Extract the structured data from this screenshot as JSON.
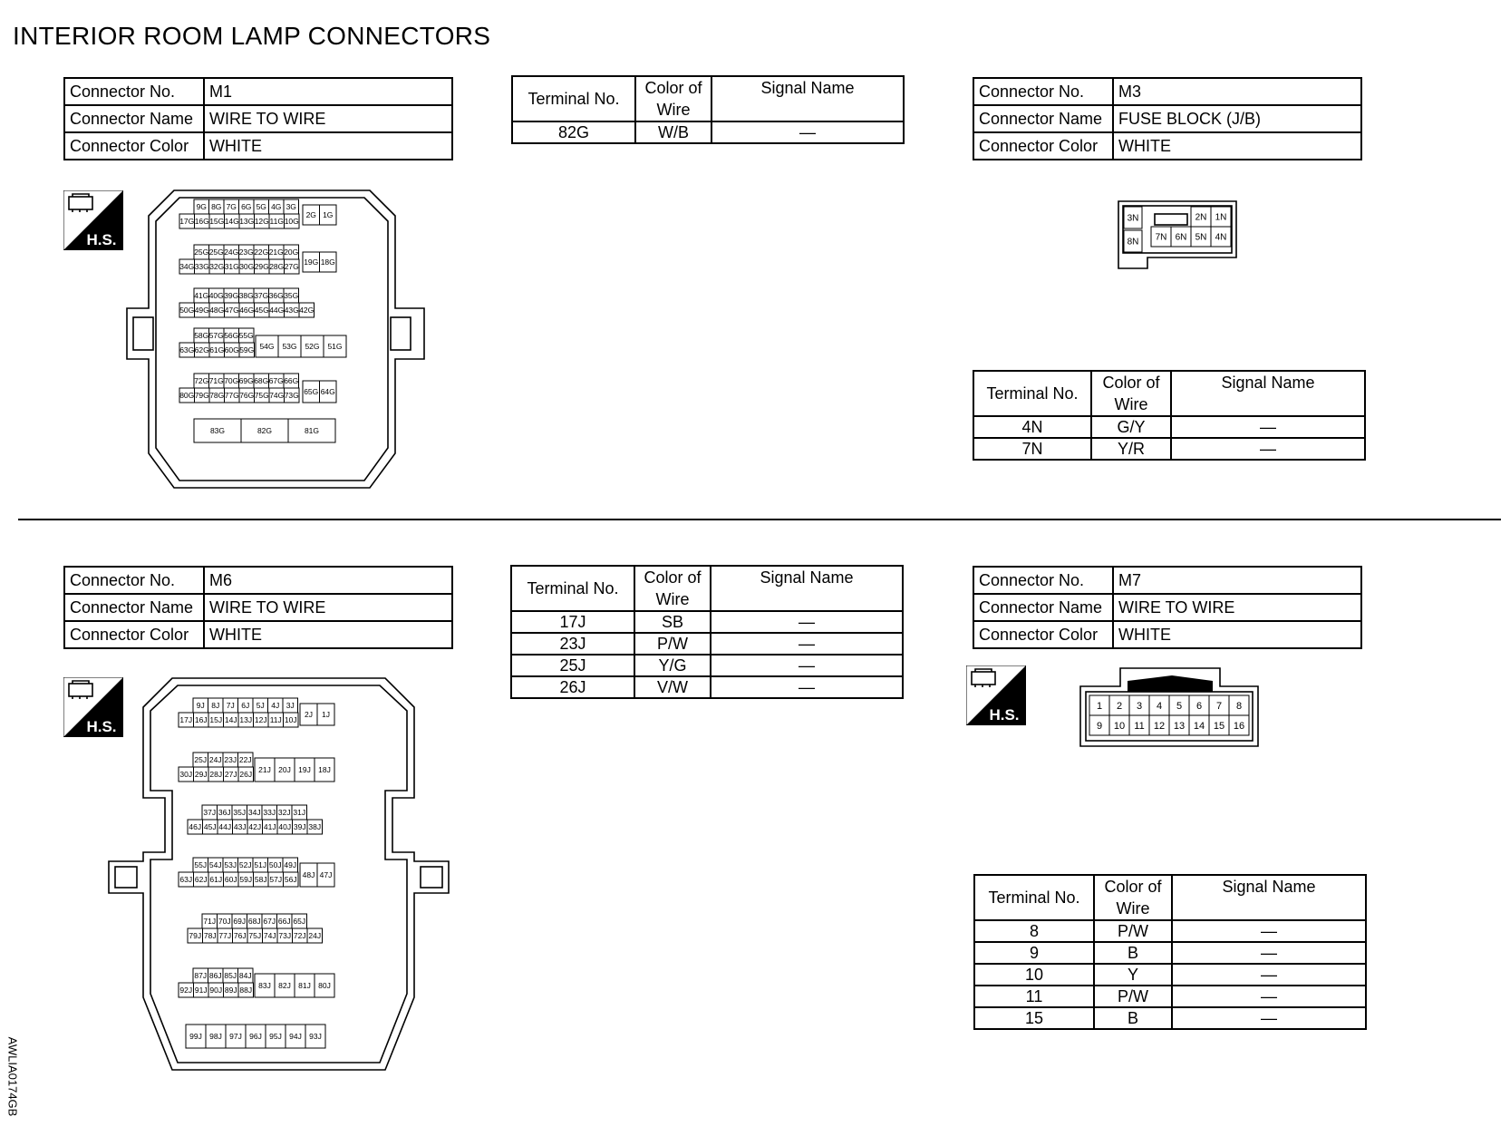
{
  "title": "INTERIOR ROOM LAMP CONNECTORS",
  "labels": {
    "connector_no": "Connector No.",
    "connector_name": "Connector Name",
    "connector_color": "Connector Color",
    "terminal_no": "Terminal No.",
    "color_of_wire_1": "Color of",
    "color_of_wire_2": "Wire",
    "signal_name": "Signal Name",
    "hs": "H.S."
  },
  "m1": {
    "no": "M1",
    "name": "WIRE TO WIRE",
    "color": "WHITE",
    "terminals": [
      {
        "terminal": "82G",
        "wire": "W/B",
        "signal": "—"
      }
    ],
    "pins": {
      "r1a": [
        "9G",
        "8G",
        "7G",
        "6G",
        "5G",
        "4G",
        "3G"
      ],
      "r1b": [
        "17G",
        "16G",
        "15G",
        "14G",
        "13G",
        "12G",
        "11G",
        "10G"
      ],
      "r1x": [
        "2G",
        "1G"
      ],
      "r2a": [
        "25G",
        "25G",
        "24G",
        "23G",
        "22G",
        "21G",
        "20G"
      ],
      "r2b": [
        "34G",
        "33G",
        "32G",
        "31G",
        "30G",
        "29G",
        "28G",
        "27G"
      ],
      "r2x": [
        "19G",
        "18G"
      ],
      "r3a": [
        "41G",
        "40G",
        "39G",
        "38G",
        "37G",
        "36G",
        "35G"
      ],
      "r3b": [
        "50G",
        "49G",
        "48G",
        "47G",
        "46G",
        "45G",
        "44G",
        "43G",
        "42G"
      ],
      "r4a": [
        "58G",
        "57G",
        "56G",
        "55G"
      ],
      "r4b": [
        "63G",
        "62G",
        "61G",
        "60G",
        "59G"
      ],
      "r4x": [
        "54G",
        "53G",
        "52G",
        "51G"
      ],
      "r5a": [
        "72G",
        "71G",
        "70G",
        "69G",
        "68G",
        "67G",
        "66G"
      ],
      "r5b": [
        "80G",
        "79G",
        "78G",
        "77G",
        "76G",
        "75G",
        "74G",
        "73G"
      ],
      "r5x": [
        "65G",
        "64G"
      ],
      "r6": [
        "83G",
        "82G",
        "81G"
      ]
    }
  },
  "m3": {
    "no": "M3",
    "name": "FUSE BLOCK (J/B)",
    "color": "WHITE",
    "terminals": [
      {
        "terminal": "4N",
        "wire": "G/Y",
        "signal": "—"
      },
      {
        "terminal": "7N",
        "wire": "Y/R",
        "signal": "—"
      }
    ],
    "pins": {
      "top_left": "3N",
      "bot_left": "8N",
      "top": [
        "2N",
        "1N"
      ],
      "bot": [
        "7N",
        "6N",
        "5N",
        "4N"
      ]
    }
  },
  "m6": {
    "no": "M6",
    "name": "WIRE TO WIRE",
    "color": "WHITE",
    "terminals": [
      {
        "terminal": "17J",
        "wire": "SB",
        "signal": "—"
      },
      {
        "terminal": "23J",
        "wire": "P/W",
        "signal": "—"
      },
      {
        "terminal": "25J",
        "wire": "Y/G",
        "signal": "—"
      },
      {
        "terminal": "26J",
        "wire": "V/W",
        "signal": "—"
      }
    ],
    "pins": {
      "r1a": [
        "9J",
        "8J",
        "7J",
        "6J",
        "5J",
        "4J",
        "3J"
      ],
      "r1b": [
        "17J",
        "16J",
        "15J",
        "14J",
        "13J",
        "12J",
        "11J",
        "10J"
      ],
      "r1x": [
        "2J",
        "1J"
      ],
      "r2a": [
        "25J",
        "24J",
        "23J",
        "22J"
      ],
      "r2b": [
        "30J",
        "29J",
        "28J",
        "27J",
        "26J"
      ],
      "r2x": [
        "21J",
        "20J",
        "19J",
        "18J"
      ],
      "r3a": [
        "37J",
        "36J",
        "35J",
        "34J",
        "33J",
        "32J",
        "31J"
      ],
      "r3b": [
        "46J",
        "45J",
        "44J",
        "43J",
        "42J",
        "41J",
        "40J",
        "39J",
        "38J"
      ],
      "r4a": [
        "55J",
        "54J",
        "53J",
        "52J",
        "51J",
        "50J",
        "49J"
      ],
      "r4b": [
        "63J",
        "62J",
        "61J",
        "60J",
        "59J",
        "58J",
        "57J",
        "56J"
      ],
      "r4x": [
        "48J",
        "47J"
      ],
      "r5a": [
        "71J",
        "70J",
        "69J",
        "68J",
        "67J",
        "66J",
        "65J"
      ],
      "r5b": [
        "79J",
        "78J",
        "77J",
        "76J",
        "75J",
        "74J",
        "73J",
        "72J",
        "24J"
      ],
      "r6a": [
        "87J",
        "86J",
        "85J",
        "84J"
      ],
      "r6b": [
        "92J",
        "91J",
        "90J",
        "89J",
        "88J"
      ],
      "r6x": [
        "83J",
        "82J",
        "81J",
        "80J"
      ],
      "r7": [
        "99J",
        "98J",
        "97J",
        "96J",
        "95J",
        "94J",
        "93J"
      ]
    }
  },
  "m7": {
    "no": "M7",
    "name": "WIRE TO WIRE",
    "color": "WHITE",
    "terminals": [
      {
        "terminal": "8",
        "wire": "P/W",
        "signal": "—"
      },
      {
        "terminal": "9",
        "wire": "B",
        "signal": "—"
      },
      {
        "terminal": "10",
        "wire": "Y",
        "signal": "—"
      },
      {
        "terminal": "11",
        "wire": "P/W",
        "signal": "—"
      },
      {
        "terminal": "15",
        "wire": "B",
        "signal": "—"
      }
    ],
    "pins": {
      "top": [
        "1",
        "2",
        "3",
        "4",
        "5",
        "6",
        "7",
        "8"
      ],
      "bot": [
        "9",
        "10",
        "11",
        "12",
        "13",
        "14",
        "15",
        "16"
      ]
    }
  },
  "corner_code": "AWLIA0174GB"
}
